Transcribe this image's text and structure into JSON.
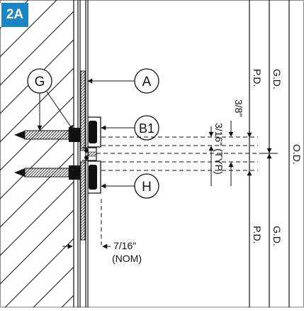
{
  "badge": "2A",
  "callouts": {
    "a": "A",
    "b1": "B1",
    "g": "G",
    "h": "H"
  },
  "dimensions": {
    "typ_gap": "3/16\" (TYP)",
    "gap": "3/8\"",
    "pd": "P.D.",
    "gd": "G.D.",
    "od": "O.D.",
    "nom_value": "7/16\"",
    "nom_label": "(NOM)"
  },
  "colors": {
    "badge": "#1b86c4",
    "line": "#111111"
  }
}
